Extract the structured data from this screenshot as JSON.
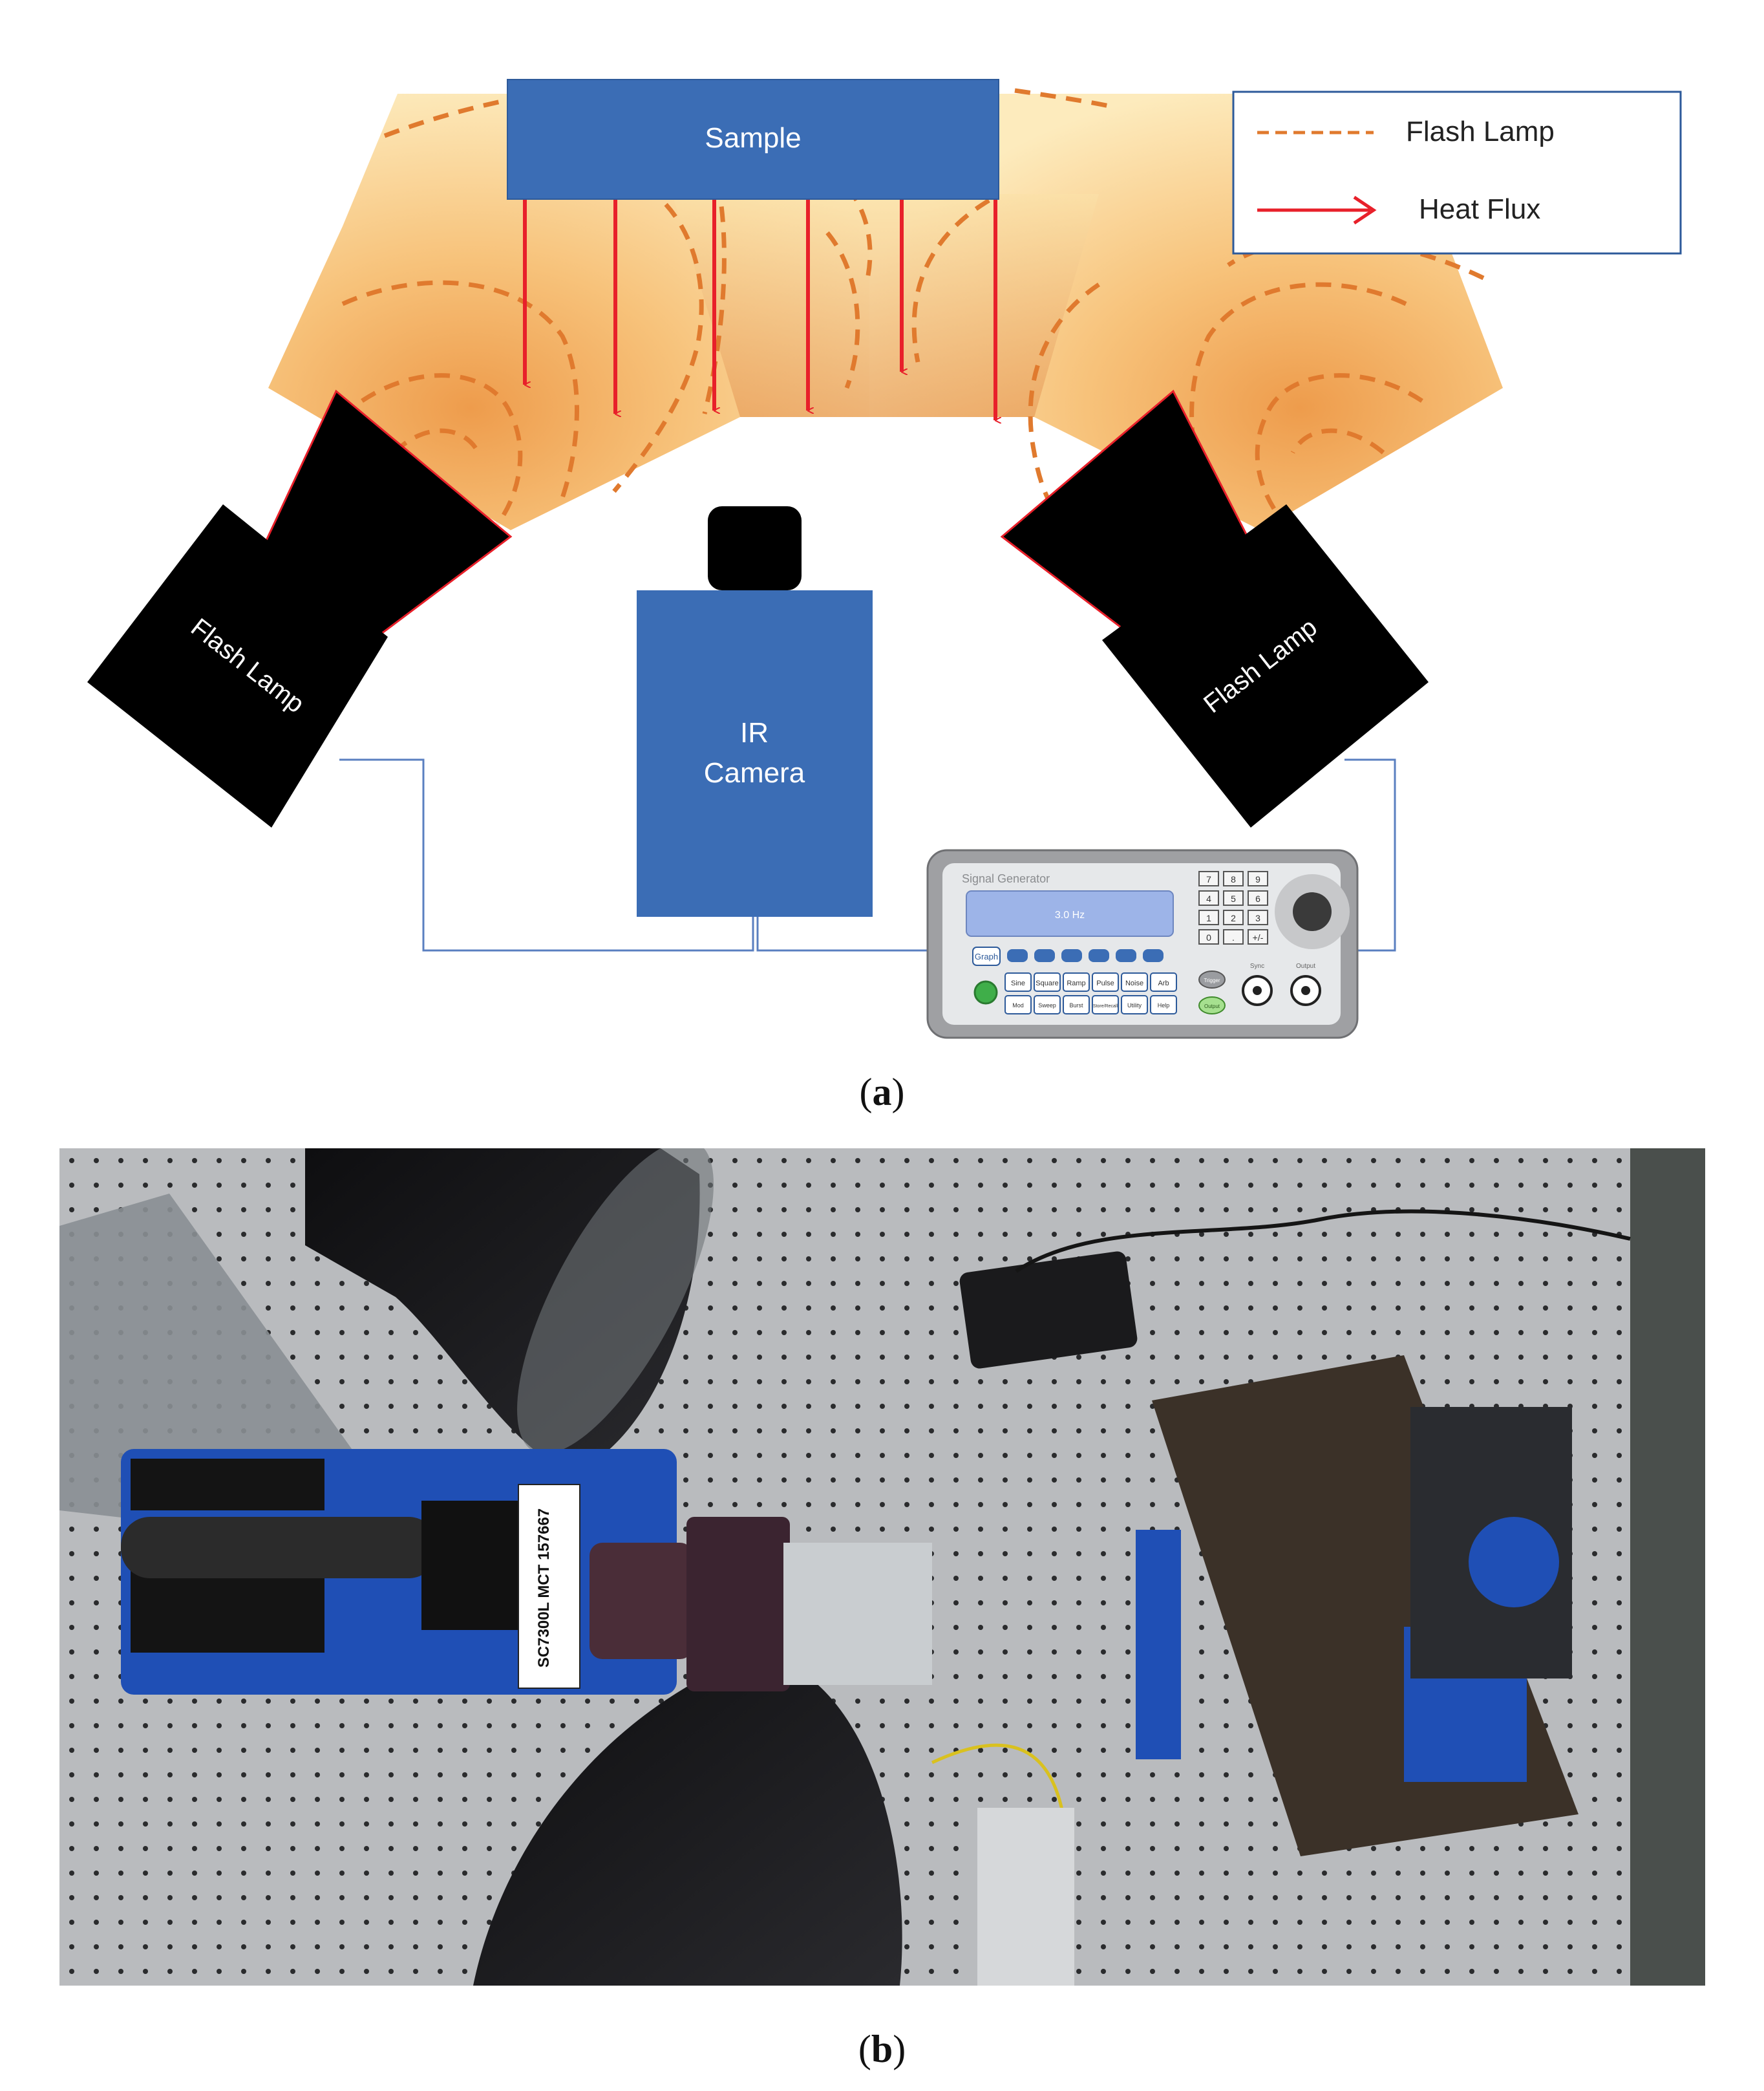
{
  "diagram": {
    "sample_label": "Sample",
    "camera_label_line1": "IR",
    "camera_label_line2": "Camera",
    "left_lamp_label": "Flash Lamp",
    "right_lamp_label": "Flash Lamp",
    "legend": {
      "items": [
        {
          "label": "Flash Lamp",
          "style": "dashed",
          "color": "#e07a2e"
        },
        {
          "label": "Heat Flux",
          "style": "arrow",
          "color": "#e8202a"
        }
      ]
    },
    "signal_generator": {
      "title": "Signal Generator",
      "display": "3.0 Hz",
      "keypad": [
        "7",
        "8",
        "9",
        "4",
        "5",
        "6",
        "1",
        "2",
        "3",
        "0",
        ".",
        "+/-"
      ],
      "graph_label": "Graph",
      "row1_buttons": [
        "Sine",
        "Square",
        "Ramp",
        "Pulse",
        "Noise",
        "Arb"
      ],
      "row2_buttons": [
        "Mod",
        "Sweep",
        "Burst",
        "Store/Recall",
        "Utility",
        "Help"
      ],
      "trigger_label": "Trigger",
      "output_btn_label": "Output",
      "sync_label": "Sync",
      "output_label": "Output"
    },
    "colors": {
      "box_blue": "#3b6db5",
      "lamp_black": "#000000",
      "dash_orange": "#e07a2e",
      "flux_red": "#e8202a",
      "wire_blue": "#5a7fc0",
      "light_yellow": "#fde9b0",
      "light_orange": "#f6b26b"
    }
  },
  "photo": {
    "camera_sticker": "SC7300L MCT 157667"
  },
  "captions": {
    "a": "a",
    "b": "b"
  }
}
